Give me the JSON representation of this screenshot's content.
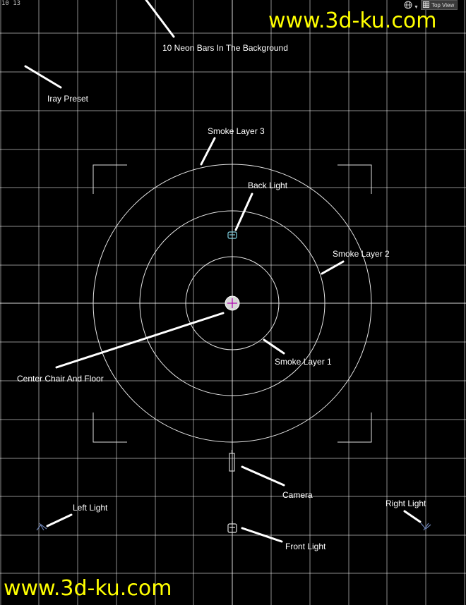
{
  "viewport": {
    "coordinates": "10 13",
    "view_name": "Top View",
    "nav_icon": "globe-icon",
    "view_icon": "grid-view-icon",
    "background": "#000000",
    "grid_color": "#ffffff",
    "accent_color": "#ffff00"
  },
  "labels": {
    "neon_bars": "10 Neon Bars In The Background",
    "iray_preset": "Iray Preset",
    "smoke_layer_3": "Smoke Layer 3",
    "back_light": "Back Light",
    "smoke_layer_2": "Smoke Layer 2",
    "center_chair": "Center Chair And Floor",
    "smoke_layer_1": "Smoke Layer 1",
    "camera": "Camera",
    "left_light": "Left Light",
    "right_light": "Right Light",
    "front_light": "Front Light"
  },
  "watermarks": {
    "top": "www.3d-ku.com",
    "bottom": "www.3d-ku.com"
  }
}
